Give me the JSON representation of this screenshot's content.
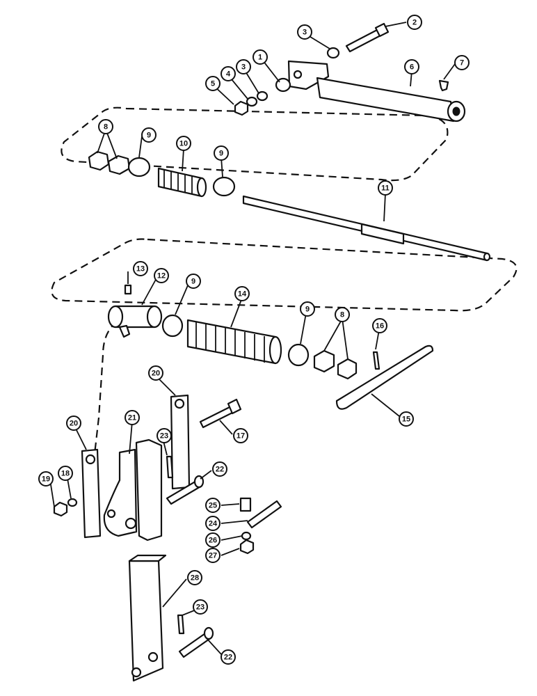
{
  "callouts": [
    {
      "label": "1"
    },
    {
      "label": "2"
    },
    {
      "label": "3"
    },
    {
      "label": "3"
    },
    {
      "label": "4"
    },
    {
      "label": "5"
    },
    {
      "label": "6"
    },
    {
      "label": "7"
    },
    {
      "label": "8"
    },
    {
      "label": "9"
    },
    {
      "label": "10"
    },
    {
      "label": "9"
    },
    {
      "label": "11"
    },
    {
      "label": "13"
    },
    {
      "label": "12"
    },
    {
      "label": "9"
    },
    {
      "label": "14"
    },
    {
      "label": "9"
    },
    {
      "label": "8"
    },
    {
      "label": "16"
    },
    {
      "label": "15"
    },
    {
      "label": "20"
    },
    {
      "label": "17"
    },
    {
      "label": "20"
    },
    {
      "label": "21"
    },
    {
      "label": "23"
    },
    {
      "label": "22"
    },
    {
      "label": "19"
    },
    {
      "label": "18"
    },
    {
      "label": "25"
    },
    {
      "label": "24"
    },
    {
      "label": "26"
    },
    {
      "label": "27"
    },
    {
      "label": "28"
    },
    {
      "label": "23"
    },
    {
      "label": "22"
    }
  ],
  "colors": {
    "ink": "#111111",
    "paper": "#ffffff"
  }
}
